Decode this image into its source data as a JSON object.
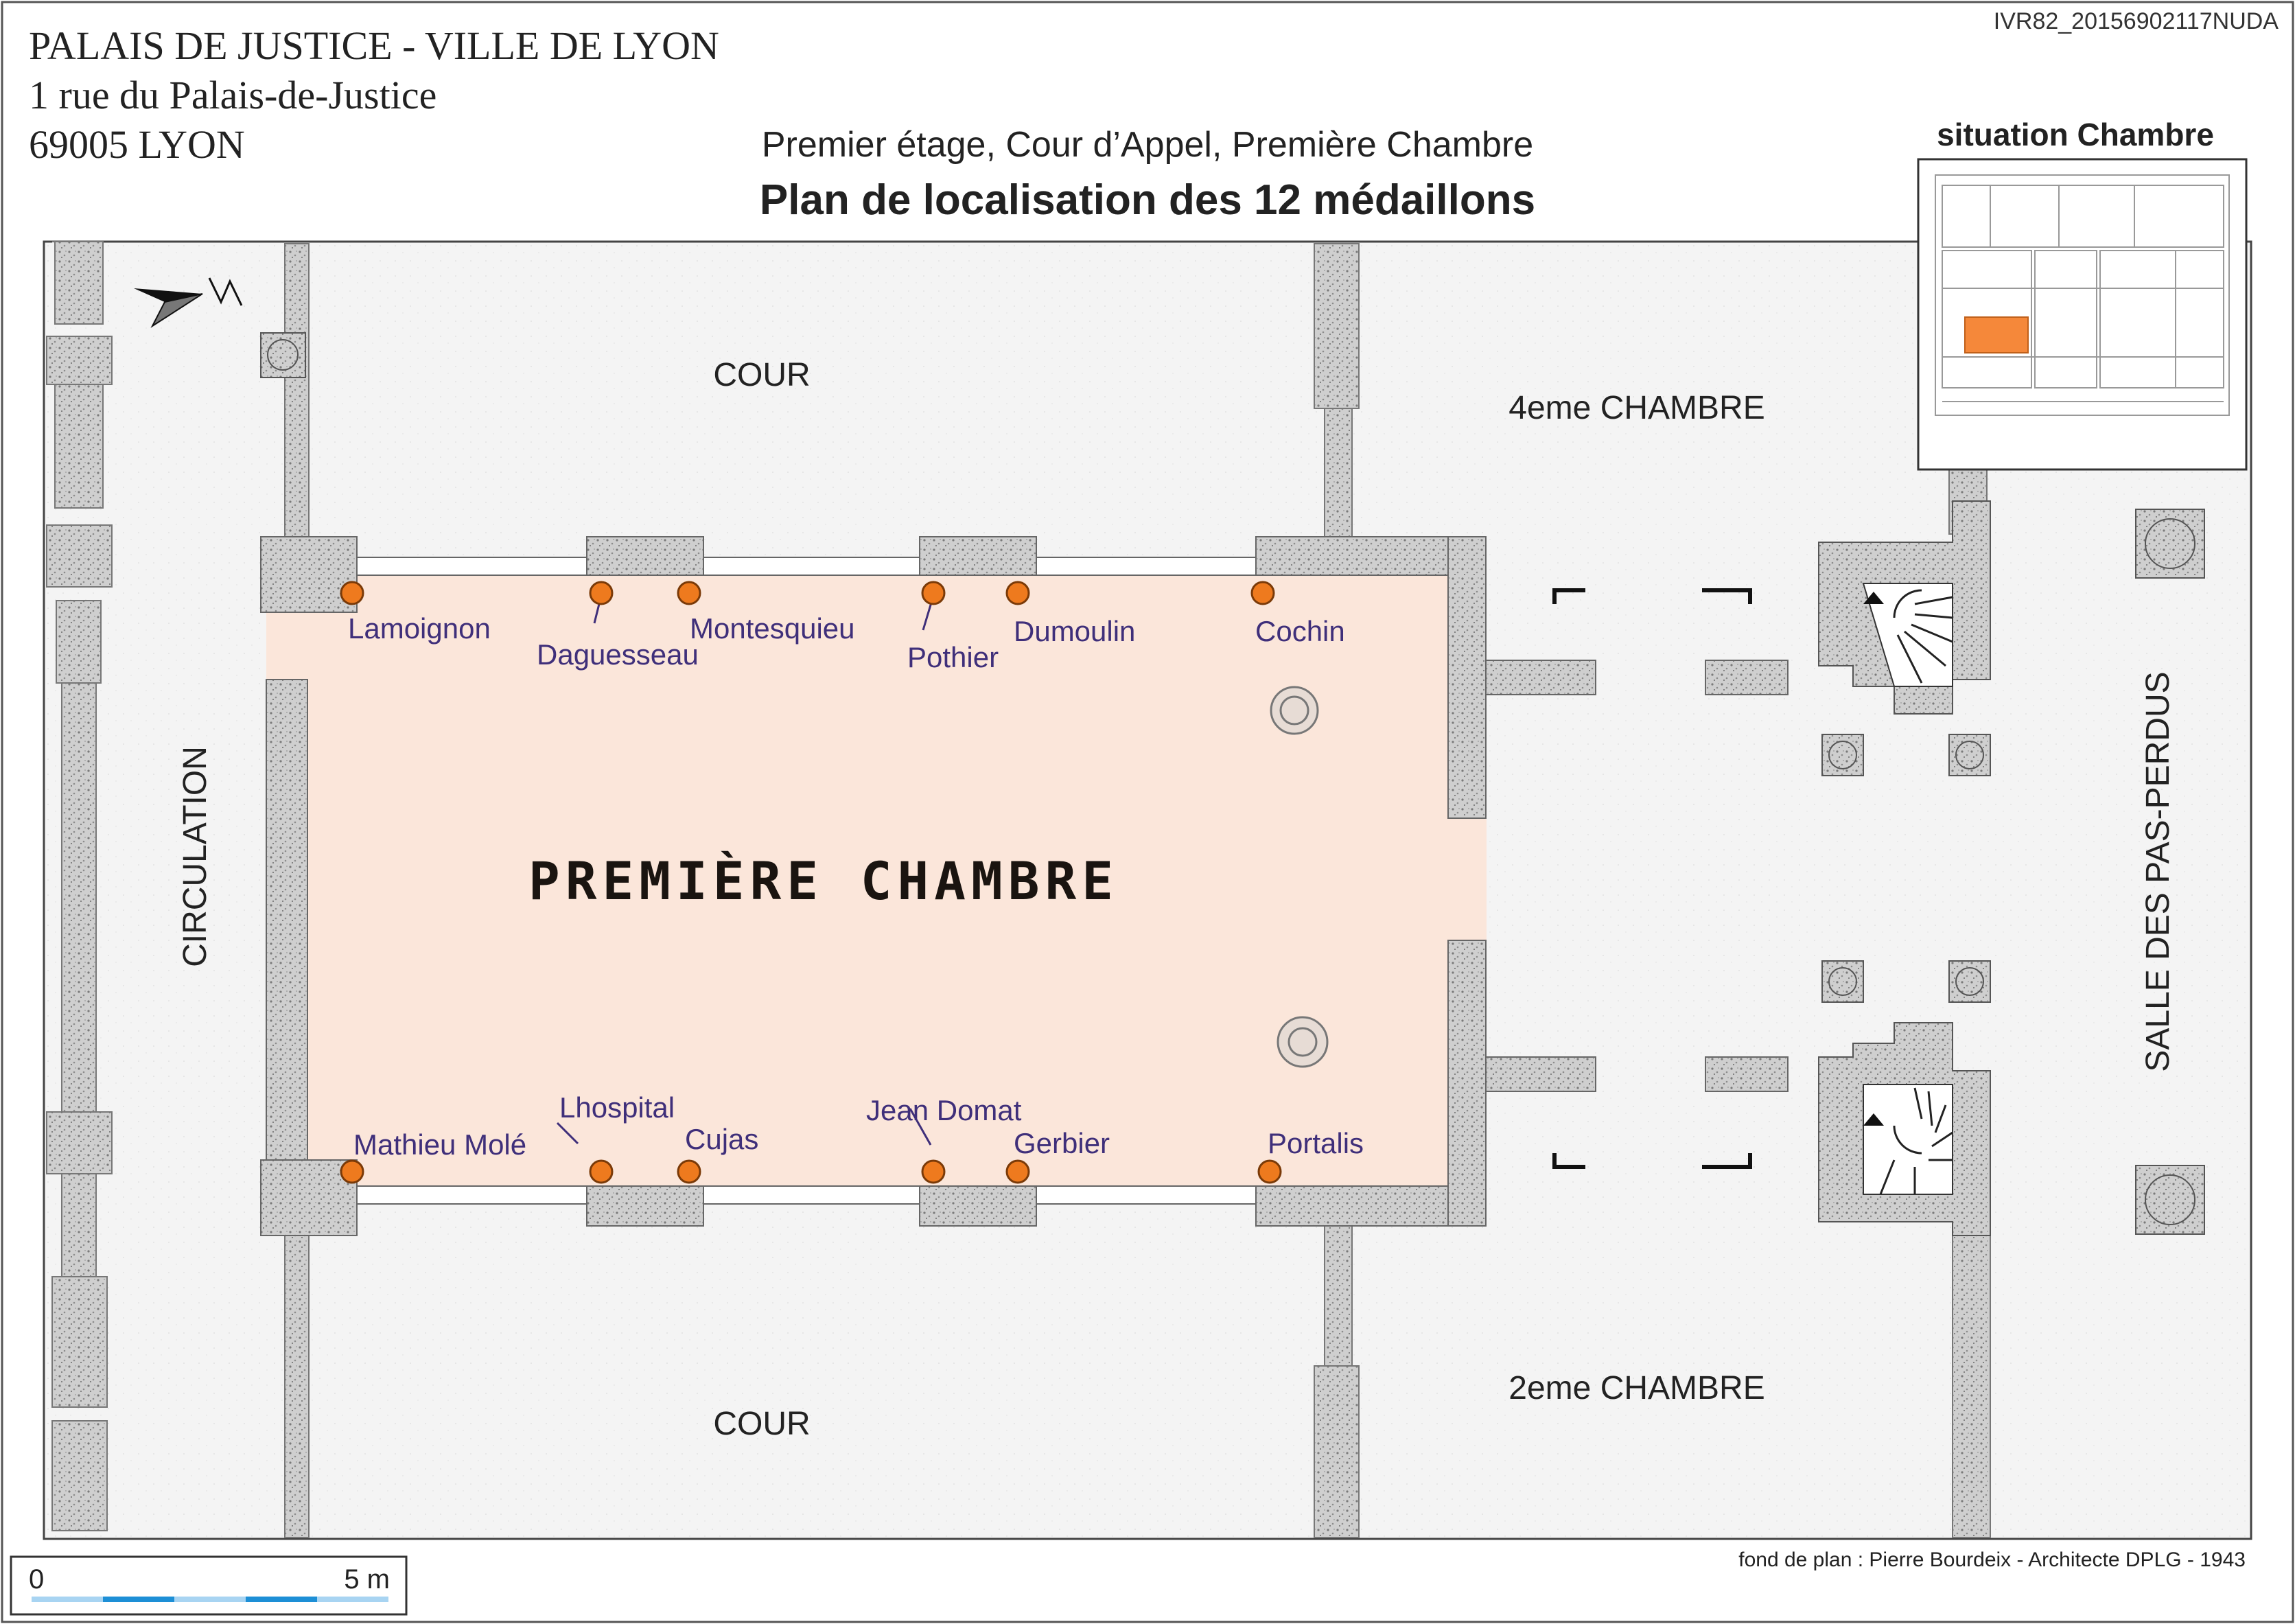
{
  "header": {
    "address_line1": "PALAIS DE JUSTICE - VILLE DE LYON",
    "address_line2": "1 rue du Palais-de-Justice",
    "address_line3": "69005 LYON",
    "reference": "IVR82_20156902117NUDA",
    "subtitle": "Premier étage, Cour d’Appel, Première Chambre",
    "title": "Plan de localisation des 12 médaillons"
  },
  "inset": {
    "title": "situation Chambre",
    "highlight_color": "#f5883a"
  },
  "rooms": {
    "main": "PREMIÈRE CHAMBRE",
    "cour_top": "COUR",
    "cour_bottom": "COUR",
    "chambre_4": "4eme CHAMBRE",
    "chambre_2": "2eme CHAMBRE",
    "circulation": "CIRCULATION",
    "pas_perdus": "SALLE DES PAS-PERDUS"
  },
  "medallions": [
    {
      "name": "Lamoignon"
    },
    {
      "name": "Daguesseau"
    },
    {
      "name": "Montesquieu"
    },
    {
      "name": "Pothier"
    },
    {
      "name": "Dumoulin"
    },
    {
      "name": "Cochin"
    },
    {
      "name": "Mathieu Molé"
    },
    {
      "name": "Lhospital"
    },
    {
      "name": "Cujas"
    },
    {
      "name": "Jean Domat"
    },
    {
      "name": "Gerbier"
    },
    {
      "name": "Portalis"
    }
  ],
  "colors": {
    "room_fill": "#fbe6da",
    "medallion_fill": "#ee7a1e",
    "label_color": "#3f2f7a",
    "wall_color": "#c9c9c9",
    "scale_blue": "#1d8fd6"
  },
  "scale": {
    "start_label": "0",
    "end_label": "5 m"
  },
  "credit": "fond de plan : Pierre Bourdeix - Architecte DPLG - 1943"
}
